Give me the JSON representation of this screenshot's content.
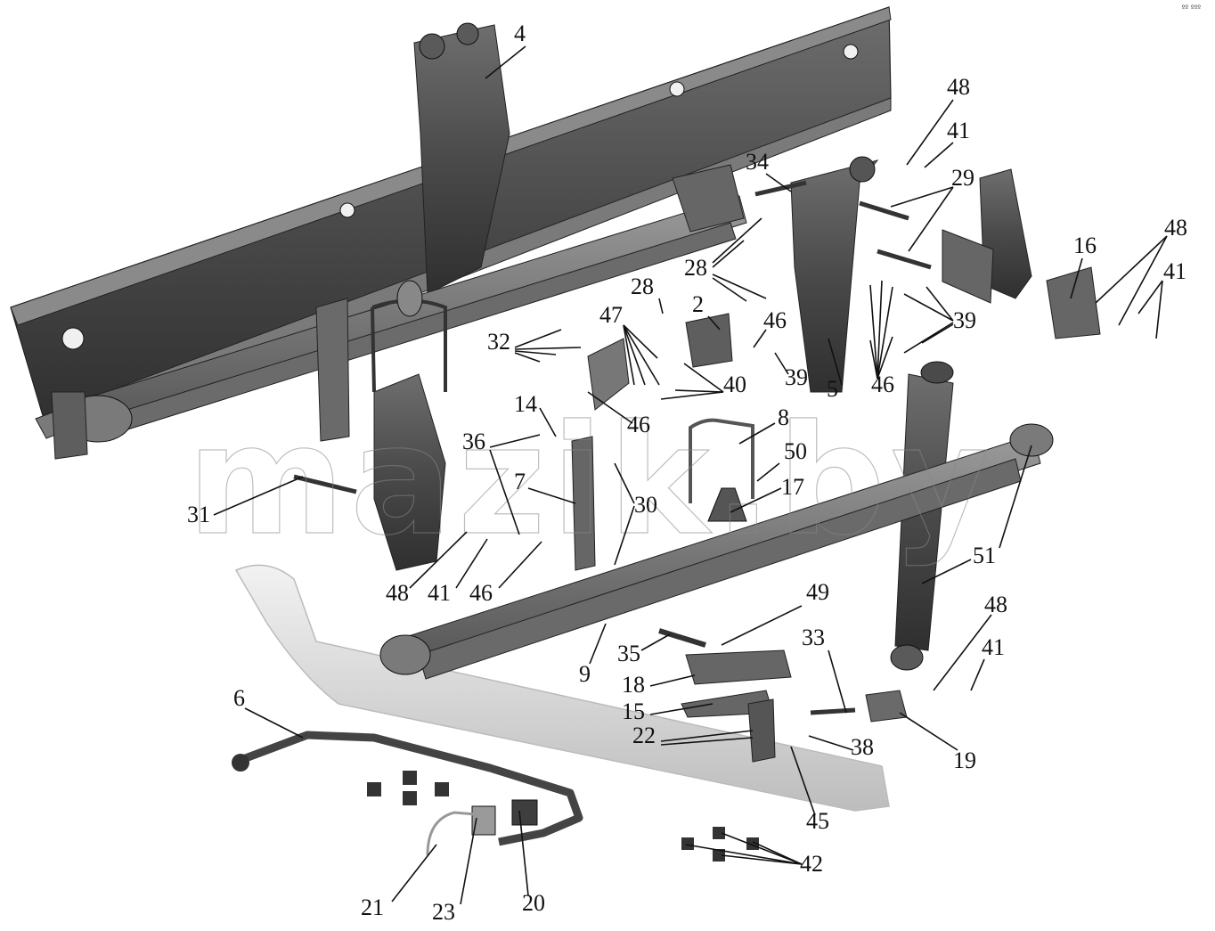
{
  "watermark": "mazik.by",
  "corner_mark": "ºº ººº",
  "callouts": [
    "4",
    "48",
    "41",
    "34",
    "29",
    "48",
    "16",
    "41",
    "28",
    "28",
    "2",
    "46",
    "39",
    "32",
    "47",
    "40",
    "39",
    "5",
    "46",
    "46",
    "8",
    "14",
    "36",
    "50",
    "7",
    "30",
    "17",
    "31",
    "51",
    "48",
    "41",
    "46",
    "49",
    "35",
    "33",
    "9",
    "18",
    "15",
    "22",
    "6",
    "48",
    "41",
    "38",
    "19",
    "45",
    "42",
    "21",
    "23",
    "20"
  ]
}
